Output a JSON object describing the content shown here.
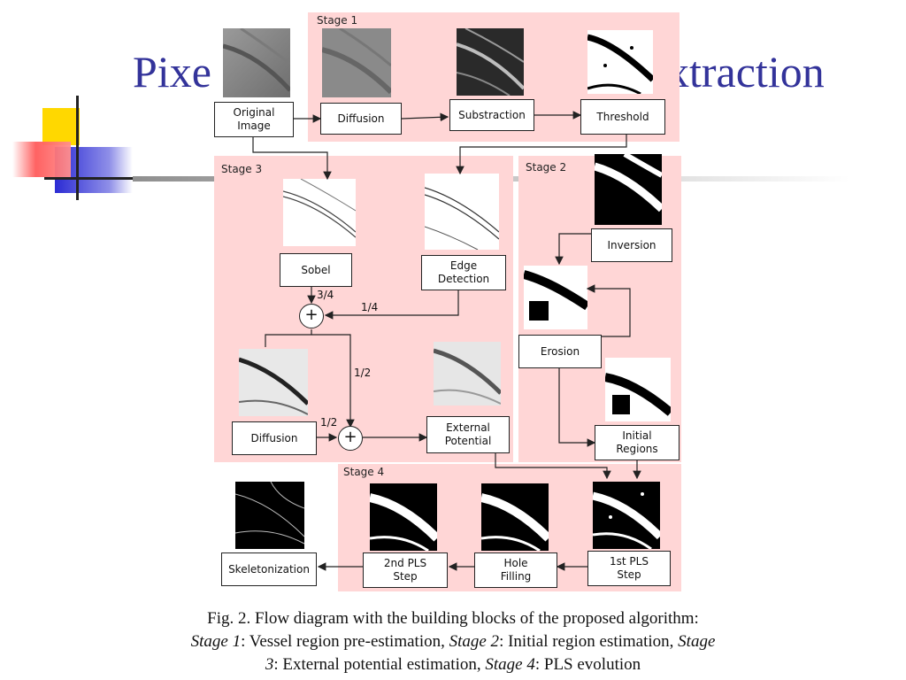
{
  "slide": {
    "title_left": "Pixe",
    "title_right": "xtraction"
  },
  "diagram": {
    "stages": {
      "stage1": "Stage 1",
      "stage2": "Stage 2",
      "stage3": "Stage 3",
      "stage4": "Stage 4"
    },
    "boxes": {
      "original_image": "Original\nImage",
      "diffusion_1": "Diffusion",
      "substraction": "Substraction",
      "threshold": "Threshold",
      "inversion": "Inversion",
      "erosion": "Erosion",
      "initial_regions": "Initial\nRegions",
      "sobel": "Sobel",
      "edge_detection": "Edge\nDetection",
      "diffusion_3": "Diffusion",
      "external_potential": "External\nPotential",
      "first_pls_step": "1st PLS\nStep",
      "hole_filling": "Hole\nFilling",
      "second_pls_step": "2nd PLS\nStep",
      "skeletonization": "Skeletonization"
    },
    "weights": {
      "w_sobel": "3/4",
      "w_edge": "1/4",
      "w_half_top": "1/2",
      "w_half_left": "1/2"
    },
    "plus_symbol": "+"
  },
  "caption": {
    "line1": "Fig. 2. Flow diagram with the building blocks of the proposed algorithm:",
    "s1": "Stage 1",
    "t1": ": Vessel region pre-estimation, ",
    "s2": "Stage 2",
    "t2": ": Initial region estimation, ",
    "s3a": "Stage",
    "s3b": "3",
    "t3": ": External potential estimation, ",
    "s4": "Stage 4",
    "t4": ": PLS evolution"
  }
}
